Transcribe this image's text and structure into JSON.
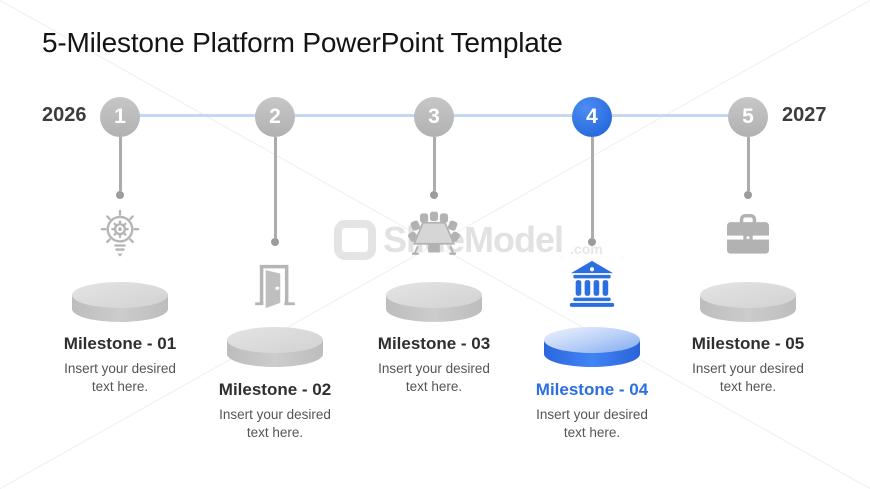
{
  "title": "5-Milestone Platform PowerPoint Template",
  "timeline": {
    "year_start": "2026",
    "year_end": "2027"
  },
  "milestones": [
    {
      "number": "1",
      "icon": "idea-gear-bulb-icon",
      "label": "Milestone - 01",
      "description": "Insert your desired text here.",
      "highlighted": false
    },
    {
      "number": "2",
      "icon": "open-door-icon",
      "label": "Milestone - 02",
      "description": "Insert your desired text here.",
      "highlighted": false
    },
    {
      "number": "3",
      "icon": "meeting-table-icon",
      "label": "Milestone - 03",
      "description": "Insert your desired text here.",
      "highlighted": false
    },
    {
      "number": "4",
      "icon": "bank-building-icon",
      "label": "Milestone - 04",
      "description": "Insert your desired text here.",
      "highlighted": true
    },
    {
      "number": "5",
      "icon": "briefcase-icon",
      "label": "Milestone - 05",
      "description": "Insert your desired text here.",
      "highlighted": false
    }
  ],
  "watermark": {
    "logo": "slidemodel-logo",
    "text": "SlideModel",
    "suffix": ".com"
  },
  "colors": {
    "accent_blue": "#2b6fe3",
    "active_circle_gradient": [
      "#4c8cf3",
      "#1d60d6"
    ],
    "timeline_line": "#c2d8f3",
    "gray_circle": "#b9b9b9",
    "gray_icon": "#b2b2b2",
    "connector_line": "#acacac",
    "platform_gray_side": "#c4c4c4",
    "platform_gray_top": "#dcdcdc",
    "platform_blue_side": "#2e6de0",
    "platform_blue_top_light": "#e7effc",
    "title_text": "#141414",
    "year_text": "#3d3d3d",
    "milestone_label_text": "#2f2f2f",
    "description_text": "#555555",
    "watermark_gray": "#e2e2e2"
  }
}
